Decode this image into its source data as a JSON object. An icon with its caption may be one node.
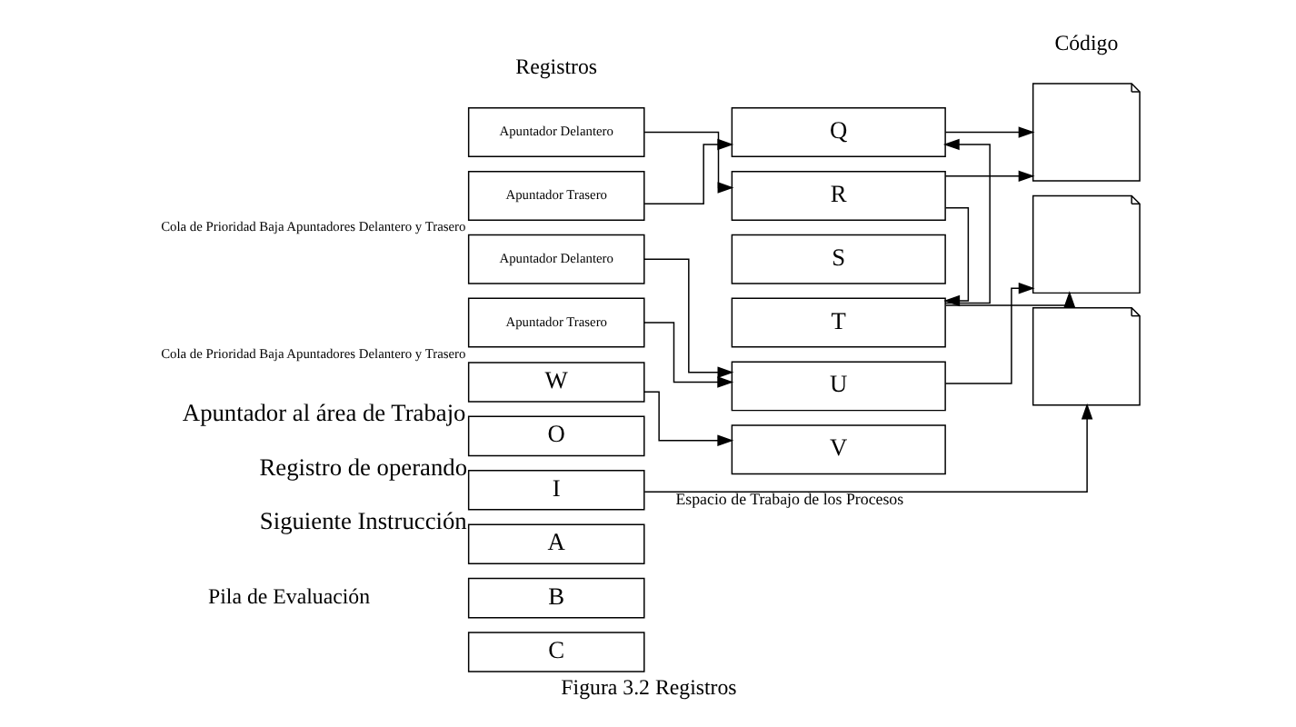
{
  "diagram": {
    "caption": "Figura 3.2 Registros",
    "nodes": [
      {
        "text": [
          "Apuntador Delantero"
        ]
      },
      {
        "text": [
          "Apuntador Trasero"
        ],
        "beside": [
          "Cola de Prioridad Baja Apuntadores Delantero y Trasero"
        ]
      },
      {
        "text": [
          "Apuntador Delantero"
        ]
      },
      {
        "text": [
          "Apuntador Trasero"
        ],
        "beside": [
          "Cola de Prioridad Baja Apuntadores Delantero y Trasero"
        ]
      },
      {
        "text": [
          "W"
        ],
        "beside": [
          "Apuntador al área de Trabajo"
        ]
      },
      {
        "text": [
          "O"
        ],
        "beside": [
          "Registro de operando"
        ]
      },
      {
        "text": [
          "I"
        ],
        "beside": [
          "Siguiente Instrucción"
        ]
      },
      {
        "text": [
          "A"
        ]
      },
      {
        "text": [
          "B"
        ]
      },
      {
        "text": [
          "C"
        ]
      },
      {
        "text": [
          "Q"
        ]
      },
      {
        "text": [
          "R"
        ]
      },
      {
        "text": [
          "S"
        ]
      },
      {
        "text": [
          "T"
        ]
      },
      {
        "text": [
          "U"
        ]
      },
      {
        "text": [
          "V"
        ]
      },
      {
        "text": [],
        "shape": "document"
      },
      {
        "text": [],
        "shape": "document"
      },
      {
        "text": [],
        "shape": "document"
      }
    ],
    "edges": [
      {
        "from": 0,
        "to": 11,
        "arrow": "to"
      },
      {
        "from": 1,
        "to": 10,
        "arrow": "to"
      },
      {
        "from": 2,
        "to": 14,
        "arrow": "to"
      },
      {
        "from": 3,
        "to": 14,
        "arrow": "to"
      },
      {
        "from": 4,
        "to": 15,
        "arrow": "to"
      },
      {
        "from": 6,
        "to": 18,
        "arrow": "to",
        "label": "Espacio de Trabajo de los Procesos"
      },
      {
        "from": 10,
        "to": 16,
        "arrow": "to"
      },
      {
        "from": 11,
        "to": 16,
        "arrow": "to"
      },
      {
        "from": 11,
        "to": 13,
        "arrow": "to"
      },
      {
        "from": 13,
        "to": 10,
        "arrow": "to"
      },
      {
        "from": 13,
        "to": 17,
        "arrow": "to"
      },
      {
        "from": 14,
        "to": 17,
        "arrow": "to"
      }
    ],
    "labels": [
      "Registros",
      "Código",
      "Pila de Evaluación"
    ]
  }
}
